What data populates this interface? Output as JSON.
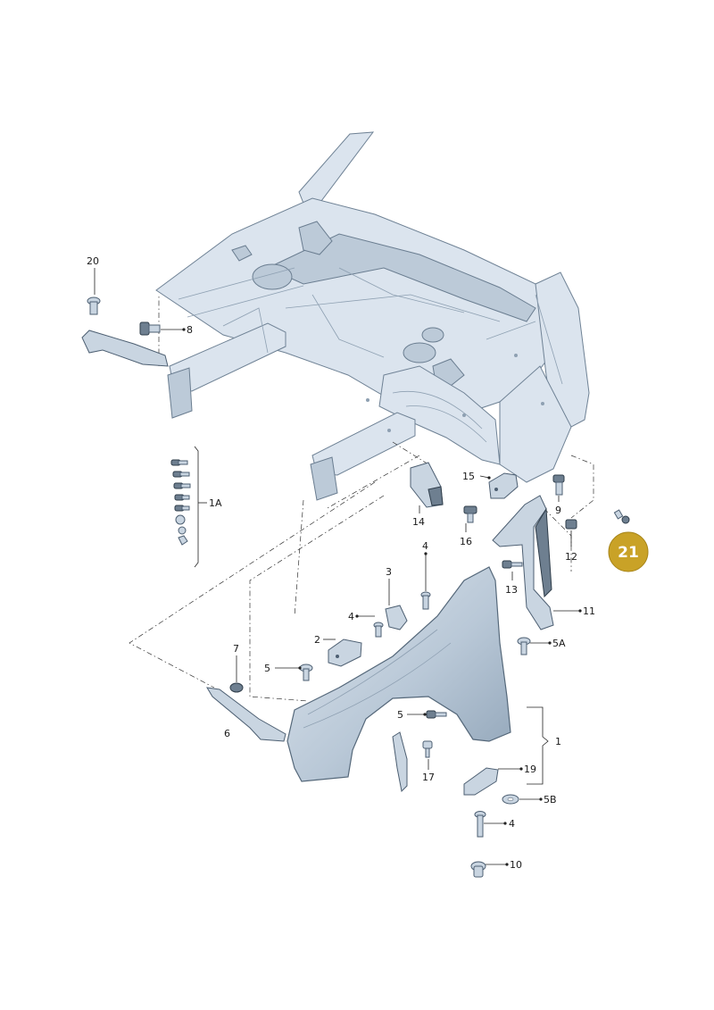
{
  "badge": {
    "label": "21",
    "color": "#C9A227"
  },
  "colors": {
    "body": "#dbe4ee",
    "outline": "#6f8295",
    "fender": "#a9bbcc"
  },
  "labels": {
    "p20": "20",
    "p8": "8",
    "p1A": "1A",
    "p14": "14",
    "p15": "15",
    "p16": "16",
    "p9": "9",
    "p12": "12",
    "p13": "13",
    "p11": "11",
    "p4a": "4",
    "p3": "3",
    "p4b": "4",
    "p2": "2",
    "p7": "7",
    "p5a": "5",
    "p5A": "5A",
    "p6": "6",
    "p5b": "5",
    "p17": "17",
    "p19": "19",
    "p1": "1",
    "p5B": "5B",
    "p4c": "4",
    "p10": "10"
  }
}
